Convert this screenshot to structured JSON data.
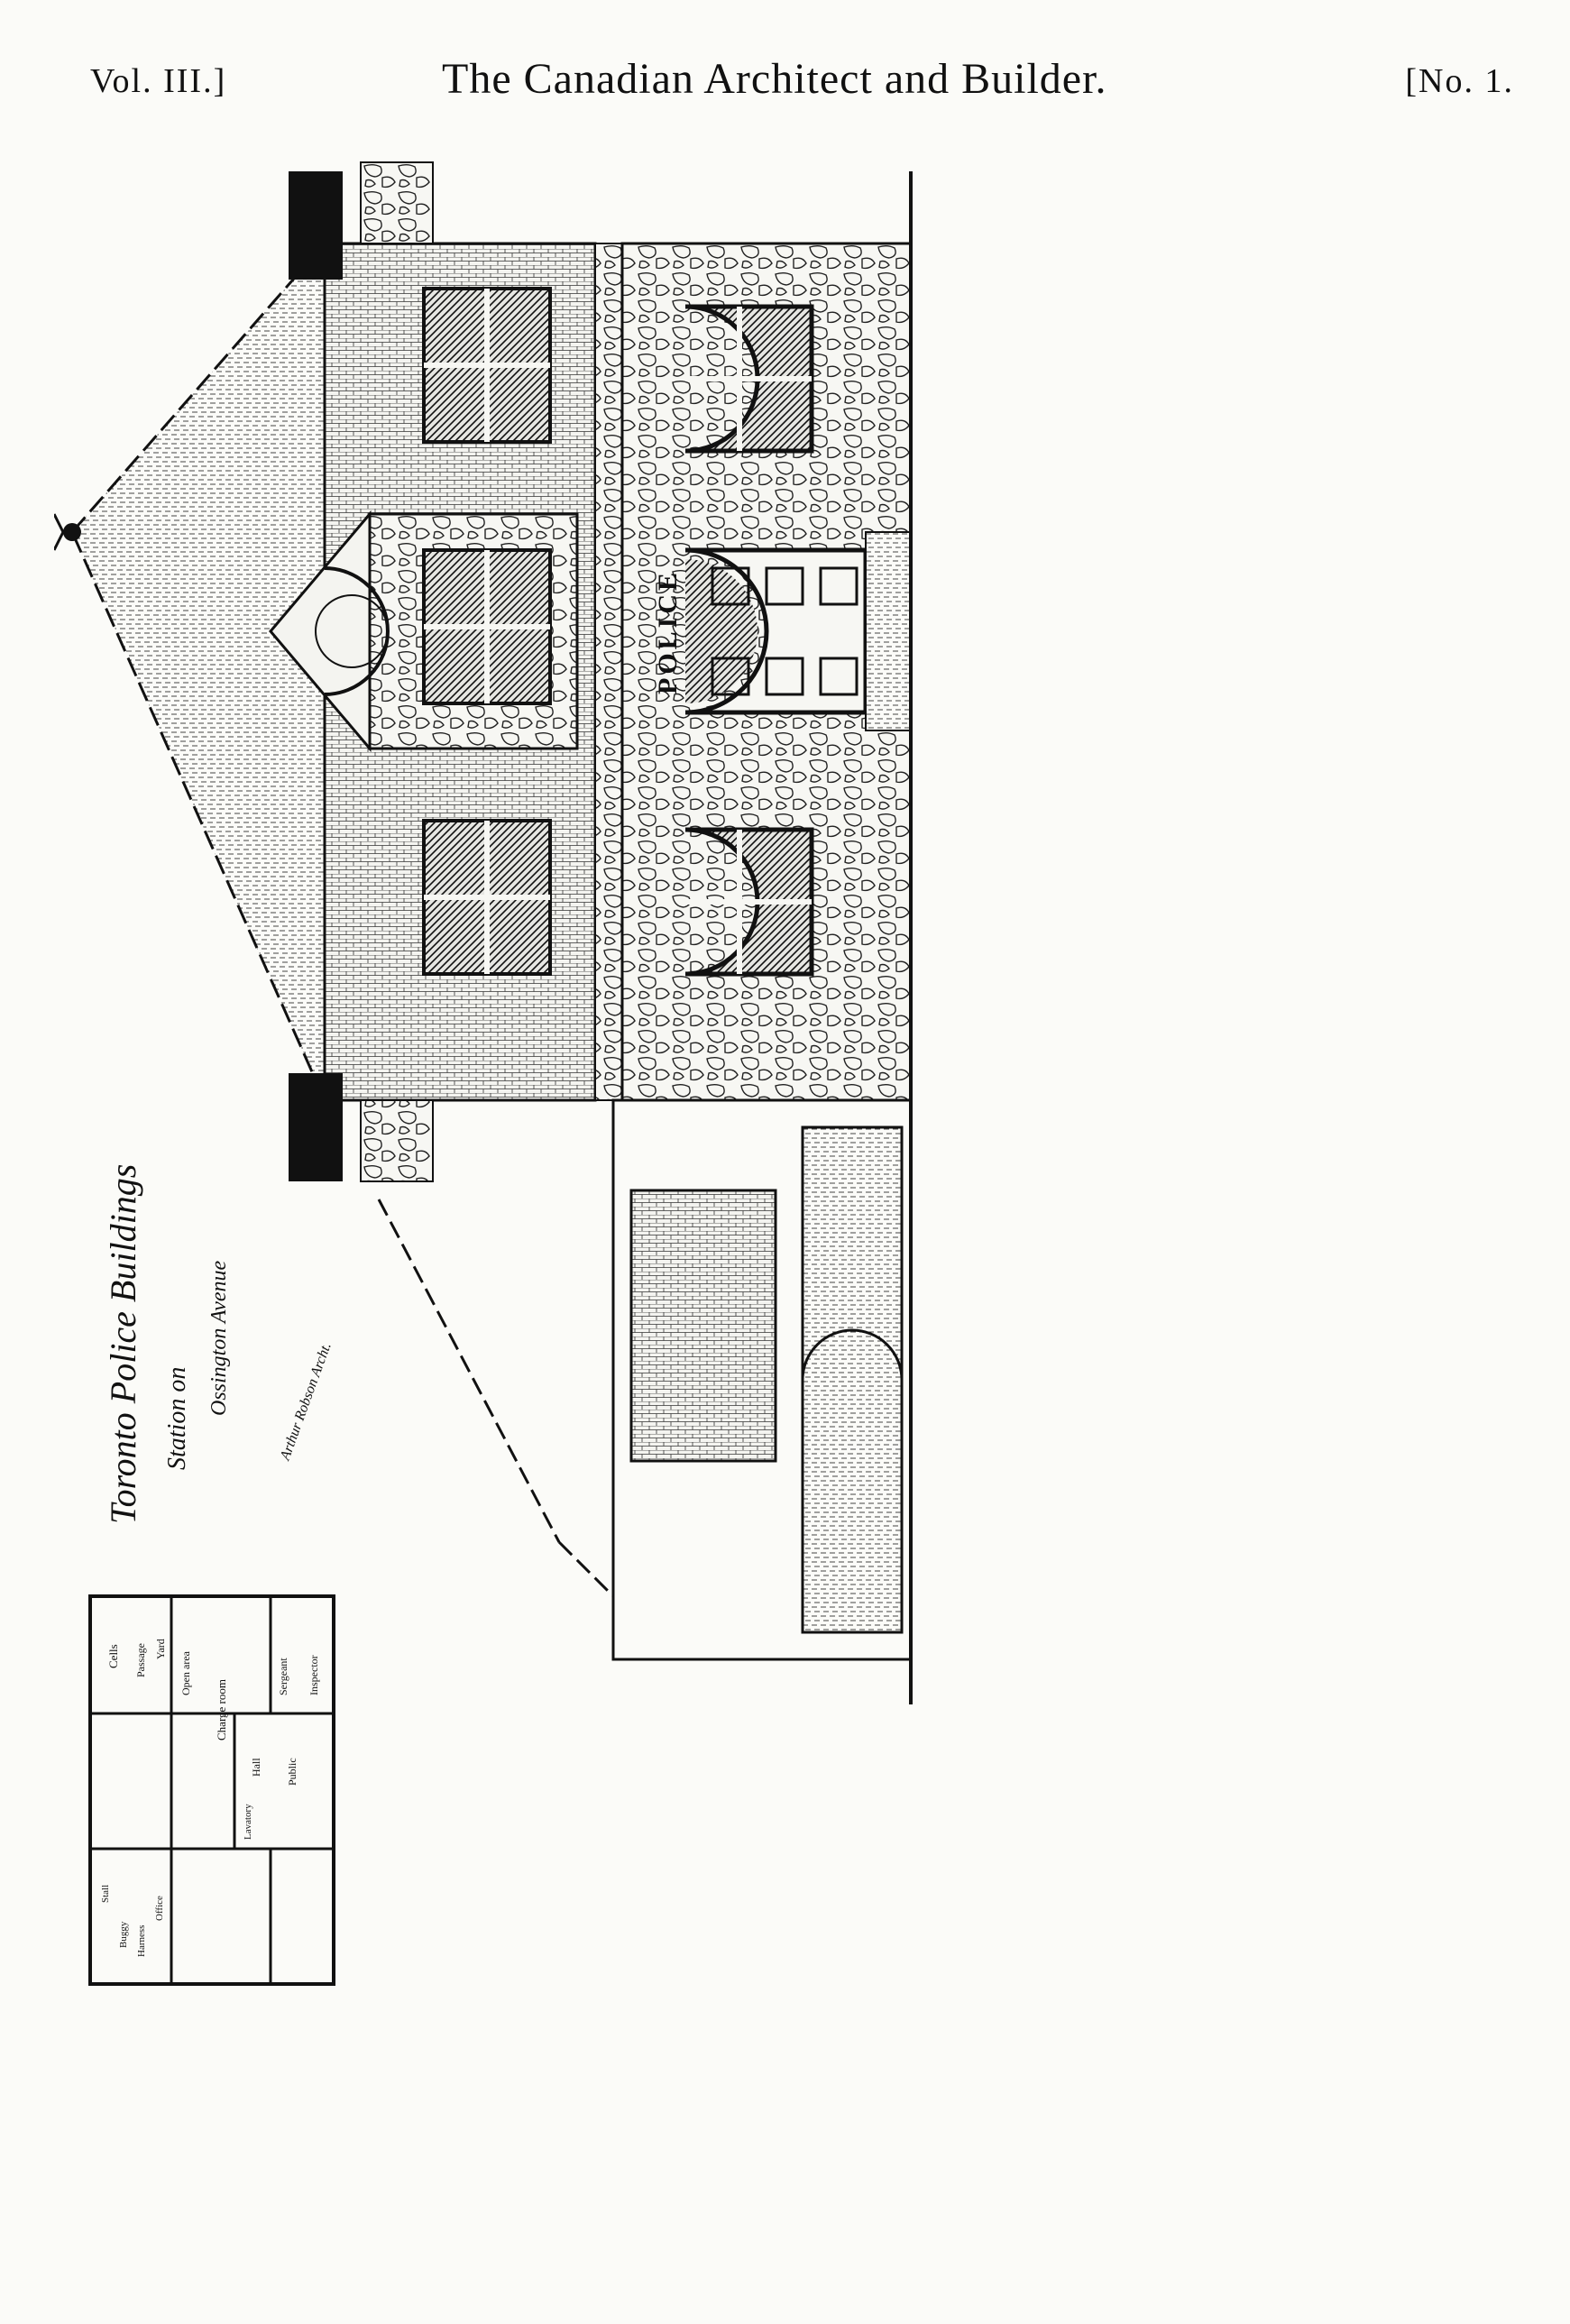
{
  "header": {
    "volume": "Vol. III.]",
    "journal_title": "The Canadian Architect and Builder.",
    "number": "[No. 1."
  },
  "drawing": {
    "caption_title": "Toronto Police Buildings",
    "caption_sub1": "Station on",
    "caption_sub2": "Ossington Avenue",
    "architect_signature": "Arthur Robson Archt.",
    "sign_text": "POLICE",
    "plan_labels": {
      "cells": "Cells",
      "passage": "Passage",
      "yard": "Yard",
      "open_area": "Open area",
      "charge_room": "Charge room",
      "hall": "Hall",
      "sergeant": "Sergeant",
      "inspector": "Inspector",
      "public": "Public",
      "stall": "Stall",
      "buggy": "Buggy",
      "harness": "Harness",
      "office": "Office",
      "lavatory": "Lavatory"
    }
  }
}
